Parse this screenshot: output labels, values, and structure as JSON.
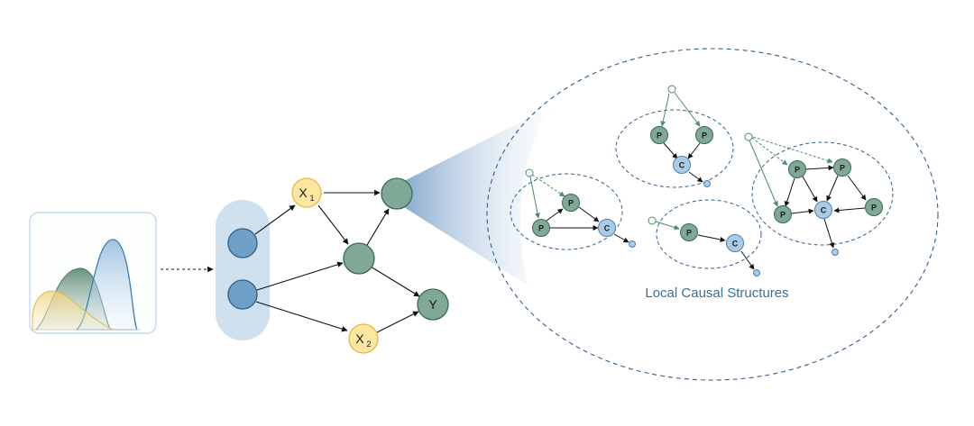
{
  "main_graph": {
    "x1_label": "X",
    "x1_sub": "1",
    "x2_label": "X",
    "x2_sub": "2",
    "y_label": "Y"
  },
  "local_structures": {
    "caption": "Local Causal Structures",
    "parent_label": "P",
    "child_label": "C"
  },
  "colors": {
    "blue_node": "#6fa0c8",
    "green_node": "#7fa896",
    "yellow_node": "#fde6a0",
    "light_blue_node": "#a9cbe6",
    "dashed_outline": "#2e5f8f",
    "shade": "#cfe0ee"
  }
}
